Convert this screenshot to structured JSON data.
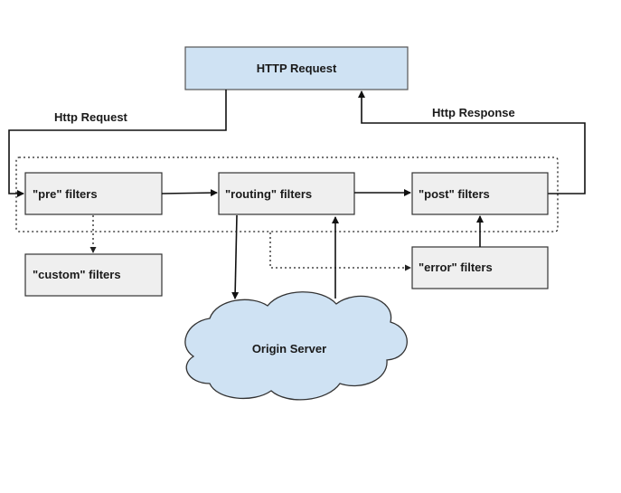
{
  "diagram": {
    "top_box": "HTTP Request",
    "edge_request_label": "Http Request",
    "edge_response_label": "Http Response",
    "filters": {
      "pre": "\"pre\" filters",
      "routing": "\"routing\" filters",
      "post": "\"post\" filters",
      "custom": "\"custom\" filters",
      "error": "\"error\" filters"
    },
    "origin": "Origin Server",
    "colors": {
      "top_box_fill": "#cfe2f3",
      "filter_fill": "#efefef",
      "cloud_fill": "#cfe2f3",
      "stroke": "#333333"
    }
  }
}
